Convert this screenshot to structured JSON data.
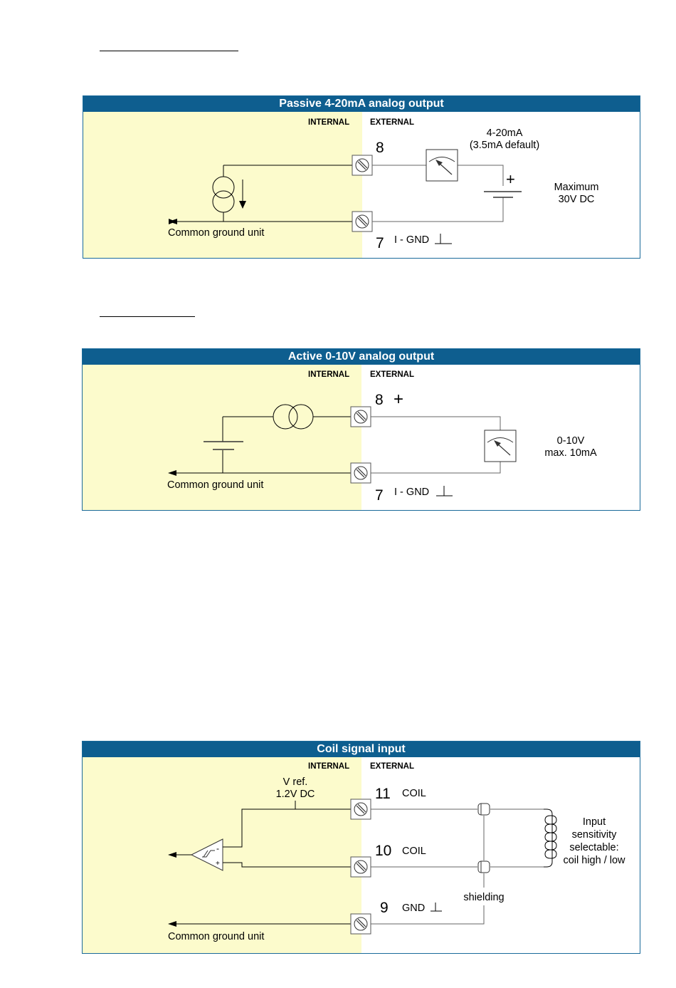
{
  "colors": {
    "header_bg": "#0e5e8f",
    "internal_zone": "#fcfbcc",
    "external_zone": "#ffffff"
  },
  "zones": {
    "internal": "INTERNAL",
    "external": "EXTERNAL"
  },
  "panels": {
    "passive": {
      "title": "Passive 4-20mA analog output",
      "terminal_top": "8",
      "terminal_bottom": "7",
      "gnd_label": "I - GND",
      "meter_label_1": "4-20mA",
      "meter_label_2": "(3.5mA default)",
      "supply_plus": "+",
      "supply_label_1": "Maximum",
      "supply_label_2": "30V DC",
      "ground_label": "Common ground unit"
    },
    "active": {
      "title": "Active 0-10V analog output",
      "terminal_top": "8",
      "terminal_top_sign": "+",
      "terminal_bottom": "7",
      "gnd_label": "I - GND",
      "meter_label_1": "0-10V",
      "meter_label_2": "max. 10mA",
      "ground_label": "Common ground unit"
    },
    "coil": {
      "title": "Coil signal input",
      "vref_1": "V ref.",
      "vref_2": "1.2V DC",
      "terminal_1": "11",
      "terminal_1_label": "COIL",
      "terminal_2": "10",
      "terminal_2_label": "COIL",
      "terminal_3": "9",
      "terminal_3_label": "GND",
      "shield_label": "shielding",
      "sens_1": "Input",
      "sens_2": "sensitivity",
      "sens_3": "selectable:",
      "sens_4": "coil high / low",
      "comp_minus": "-",
      "comp_plus": "+",
      "ground_label": "Common ground unit"
    }
  }
}
